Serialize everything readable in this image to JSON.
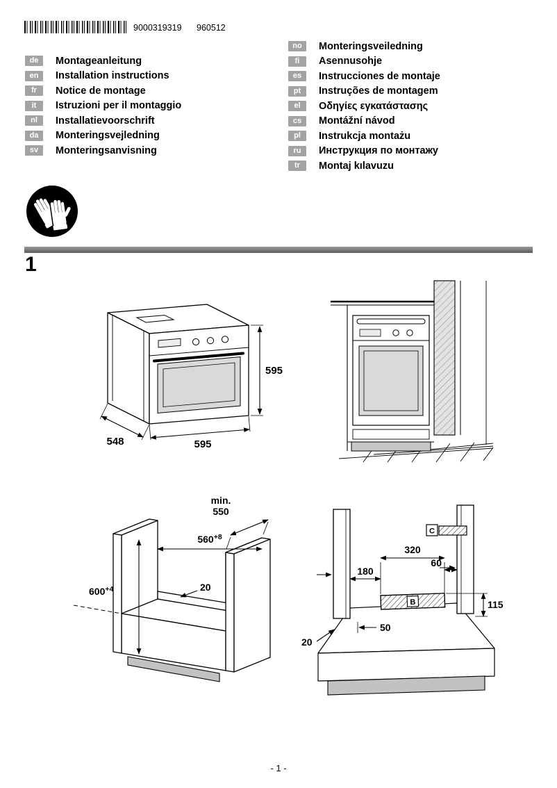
{
  "header": {
    "barcode_value": "9000319319",
    "print_code": "960512"
  },
  "languages_left": [
    {
      "code": "de",
      "label": "Montageanleitung"
    },
    {
      "code": "en",
      "label": "Installation instructions"
    },
    {
      "code": "fr",
      "label": "Notice de montage"
    },
    {
      "code": "it",
      "label": "Istruzioni per il montaggio"
    },
    {
      "code": "nl",
      "label": "Installatievoorschrift"
    },
    {
      "code": "da",
      "label": "Monteringsvejledning"
    },
    {
      "code": "sv",
      "label": "Monteringsanvisning"
    }
  ],
  "languages_right": [
    {
      "code": "no",
      "label": "Monteringsveiledning"
    },
    {
      "code": "fi",
      "label": "Asennusohje"
    },
    {
      "code": "es",
      "label": "Instrucciones de montaje"
    },
    {
      "code": "pt",
      "label": "Instruções de montagem"
    },
    {
      "code": "el",
      "label": "Οδηγίες εγκατάστασης"
    },
    {
      "code": "cs",
      "label": "Montážní návod"
    },
    {
      "code": "pl",
      "label": "Instrukcja montażu"
    },
    {
      "code": "ru",
      "label": "Инструкция по монтажу"
    },
    {
      "code": "tr",
      "label": "Montaj kılavuzu"
    }
  ],
  "icons": {
    "gloves": "protective-gloves-icon"
  },
  "figure_section": {
    "number": "1"
  },
  "fig_oven": {
    "height": "595",
    "width": "595",
    "depth": "548"
  },
  "fig_cabinet": {
    "min_label": "min.",
    "min_depth": "550",
    "niche_width": {
      "value": "560",
      "tolerance": "+8"
    },
    "niche_height": {
      "value": "600",
      "tolerance": "+4"
    },
    "rear_gap": "20"
  },
  "fig_mounting": {
    "rail_width": "320",
    "offset_right": "60",
    "offset_left": "180",
    "height_right": "115",
    "label_b": "B",
    "label_c": "C",
    "offset_50": "50",
    "gap_20": "20"
  },
  "footer": {
    "page_number": "- 1 -"
  }
}
